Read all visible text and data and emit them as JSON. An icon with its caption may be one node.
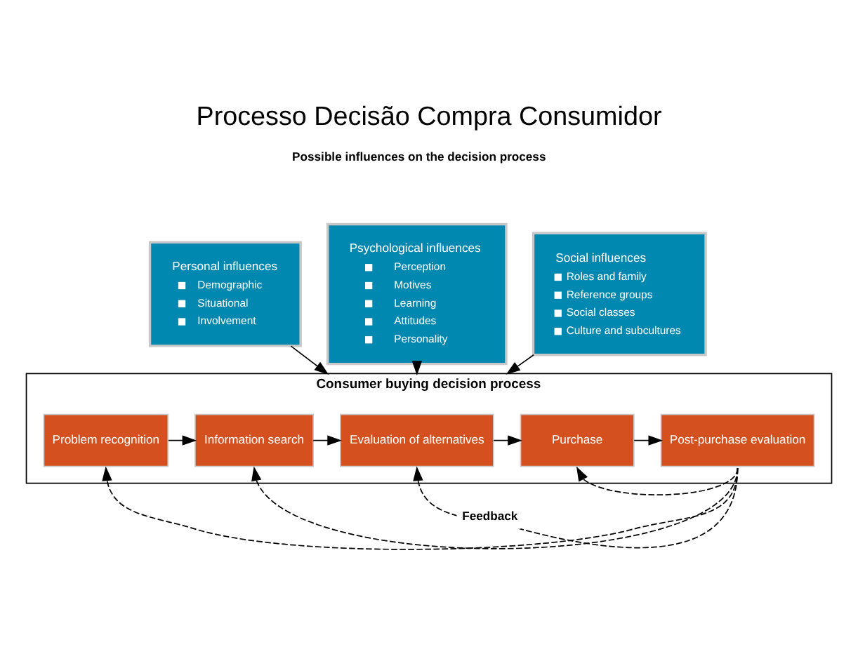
{
  "diagram": {
    "title": "Processo Decisão Compra Consumidor",
    "nodes": [
      {
        "text": [
          "Personal influences",
          "Demographic",
          "Situational",
          "Involvement"
        ]
      },
      {
        "text": [
          "Psychological influences",
          "Perception",
          "Motives",
          "Learning",
          "Attitudes",
          "Personality"
        ]
      },
      {
        "text": [
          "Social influences",
          "Roles and family",
          "Reference groups",
          "Social classes",
          "Culture and subcultures"
        ]
      },
      {
        "text": [
          "Consumer buying decision process"
        ]
      },
      {
        "text": [
          "Problem recognition"
        ],
        "in": 3
      },
      {
        "text": [
          "Information search"
        ],
        "in": 3
      },
      {
        "text": [
          "Evaluation of alternatives"
        ],
        "in": 3
      },
      {
        "text": [
          "Purchase"
        ],
        "in": 3
      },
      {
        "text": [
          "Post-purchase evaluation"
        ],
        "in": 3
      }
    ],
    "edges": [
      {
        "from": 0,
        "to": 3,
        "arrow": "to"
      },
      {
        "from": 1,
        "to": 3,
        "arrow": "to"
      },
      {
        "from": 2,
        "to": 3,
        "arrow": "to"
      },
      {
        "from": 4,
        "to": 5,
        "arrow": "to"
      },
      {
        "from": 5,
        "to": 6,
        "arrow": "to"
      },
      {
        "from": 6,
        "to": 7,
        "arrow": "to"
      },
      {
        "from": 7,
        "to": 8,
        "arrow": "to"
      },
      {
        "from": 8,
        "to": 4,
        "arrow": "to",
        "style": "dashed"
      },
      {
        "from": 8,
        "to": 5,
        "arrow": "to",
        "style": "dashed"
      },
      {
        "from": 8,
        "to": 6,
        "arrow": "to",
        "style": "dashed",
        "label": "Feedback"
      },
      {
        "from": 8,
        "to": 7,
        "arrow": "to",
        "style": "dashed"
      }
    ],
    "labels": [
      "Possible influences on the decision process"
    ]
  }
}
